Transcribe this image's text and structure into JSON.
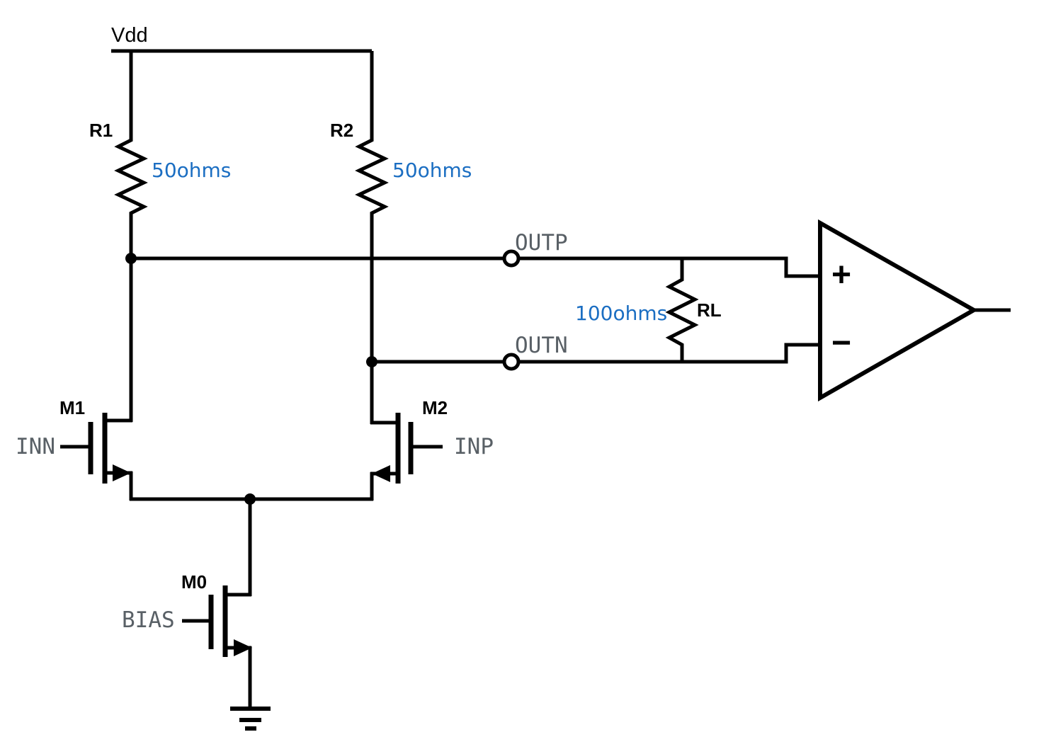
{
  "schematic": {
    "description": "NMOS differential pair with resistive loads driving a comparator",
    "colors": {
      "wire": "#000000",
      "value_text": "#1b6ec2",
      "net_text": "#596066",
      "background": "#ffffff"
    },
    "power": {
      "vdd_label": "Vdd"
    },
    "components": {
      "r1": {
        "ref": "R1",
        "value": "50ohms"
      },
      "r2": {
        "ref": "R2",
        "value": "50ohms"
      },
      "rl": {
        "ref": "RL",
        "value": "100ohms"
      },
      "m1": {
        "ref": "M1",
        "gate_net": "INN"
      },
      "m2": {
        "ref": "M2",
        "gate_net": "INP"
      },
      "m0": {
        "ref": "M0",
        "gate_net": "BIAS"
      }
    },
    "nets": {
      "outp": "OUTP",
      "outn": "OUTN"
    },
    "comparator": {
      "noninverting_label": "+",
      "inverting_label": "−"
    }
  }
}
